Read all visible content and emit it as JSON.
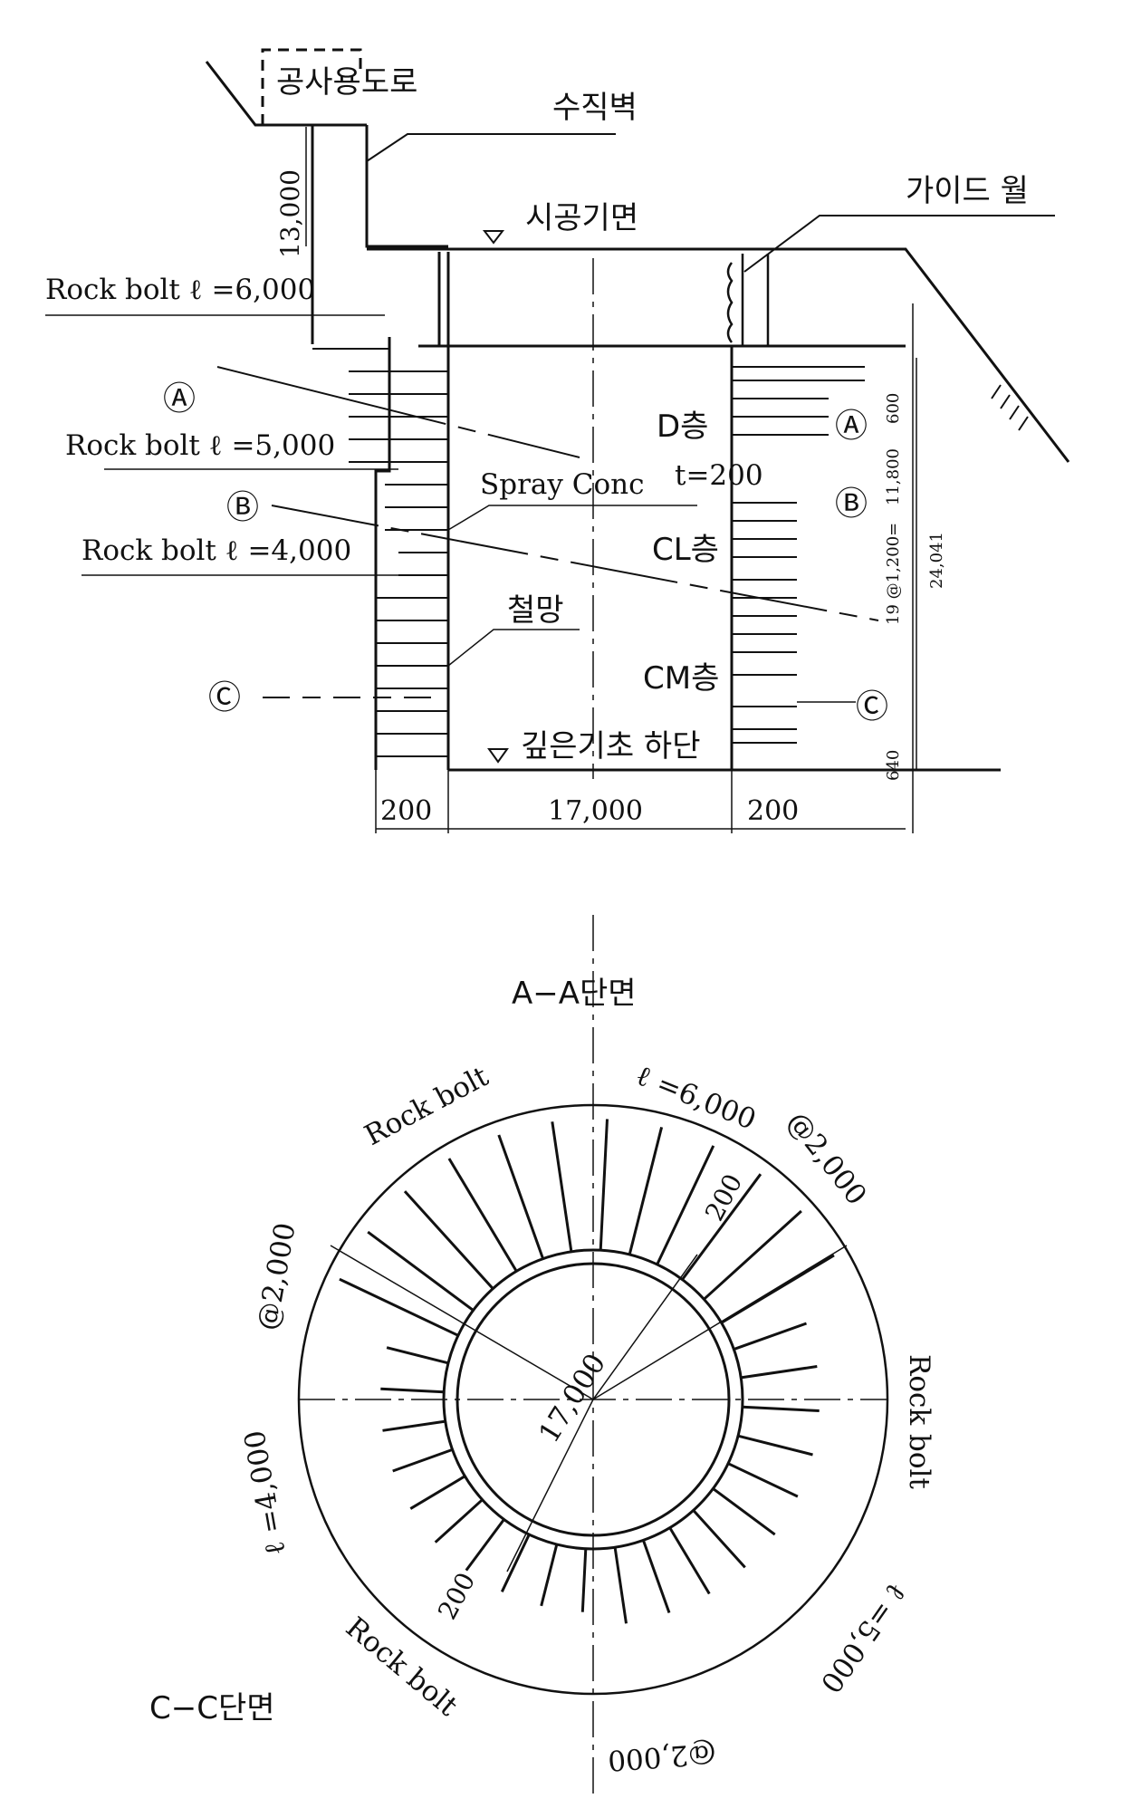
{
  "section": {
    "construction_road": "공사용도로",
    "vertical_wall": "수직벽",
    "construction_base": "시공기면",
    "guide_wall": "가이드 월",
    "dim_13000": "13,000",
    "rockbolt_6000": "Rock bolt ℓ =6,000",
    "rockbolt_5000": "Rock bolt ℓ =5,000",
    "rockbolt_4000": "Rock bolt ℓ =4,000",
    "mark_a": "Ⓐ",
    "mark_b": "Ⓑ",
    "mark_c": "Ⓒ",
    "layer_d": "D층",
    "spray_conc": "Spray Conc",
    "t200": "t=200",
    "layer_cl": "CL층",
    "layer_cm": "CM층",
    "wire_mesh": "철망",
    "foundation_bottom": "깊은기초  하단",
    "dim_200_left": "200",
    "dim_17000": "17,000",
    "dim_200_right": "200",
    "dim_600": "600",
    "dim_11800": "11,800",
    "dim_pitch": "19  @1,200=",
    "dim_24041": "24,041",
    "dim_640": "640"
  },
  "plan": {
    "title_aa": "A−A단면",
    "title_cc": "C−C단면",
    "rockbolt_top": "Rock bolt",
    "l6000": "ℓ =6,000",
    "pitch_tr": "@2,000",
    "dim_200_top": "200",
    "dim_17000": "17,000",
    "rockbolt_right": "Rock bolt",
    "l5000": "ℓ =5,000",
    "pitch_bottom": "@2,000",
    "rockbolt_bottom": "Rock bolt",
    "dim_200_bottom": "200",
    "l4000": "ℓ =4,000",
    "pitch_left": "@2,000"
  },
  "colors": {
    "ink": "#111111",
    "paper": "#ffffff"
  }
}
